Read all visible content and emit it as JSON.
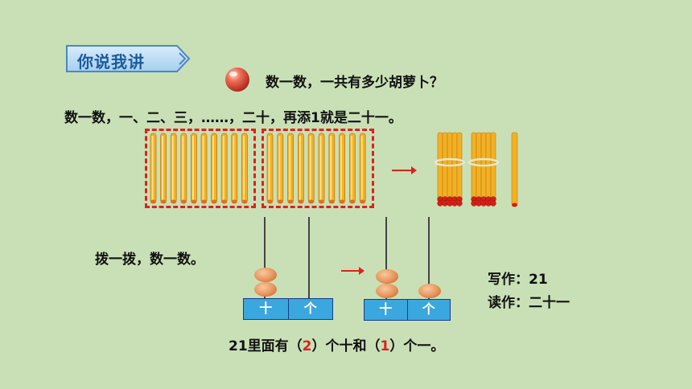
{
  "title": "你说我讲",
  "question": "数一数，一共有多少胡萝卜？",
  "counting_text": "数一数，一、二、三，……，二十，再添1就是二十一。",
  "abacus_prompt": "拨一拨，数一数。",
  "abacus_left": {
    "tens_label": "十",
    "ones_label": "个",
    "tens_beads": 2,
    "ones_beads": 0
  },
  "abacus_right": {
    "tens_label": "十",
    "ones_label": "个",
    "tens_beads": 2,
    "ones_beads": 1
  },
  "written": "写作：21",
  "read": "读作：二十一",
  "summary": {
    "part1": "21里面有（",
    "tens": "2",
    "part2": "）个十和（",
    "ones": "1",
    "part3": "）个一。"
  },
  "colors": {
    "stick": "#f2b124",
    "dash_border": "#e0201c",
    "arrow": "#e0201c",
    "abacus_box": "#3aa7df"
  }
}
